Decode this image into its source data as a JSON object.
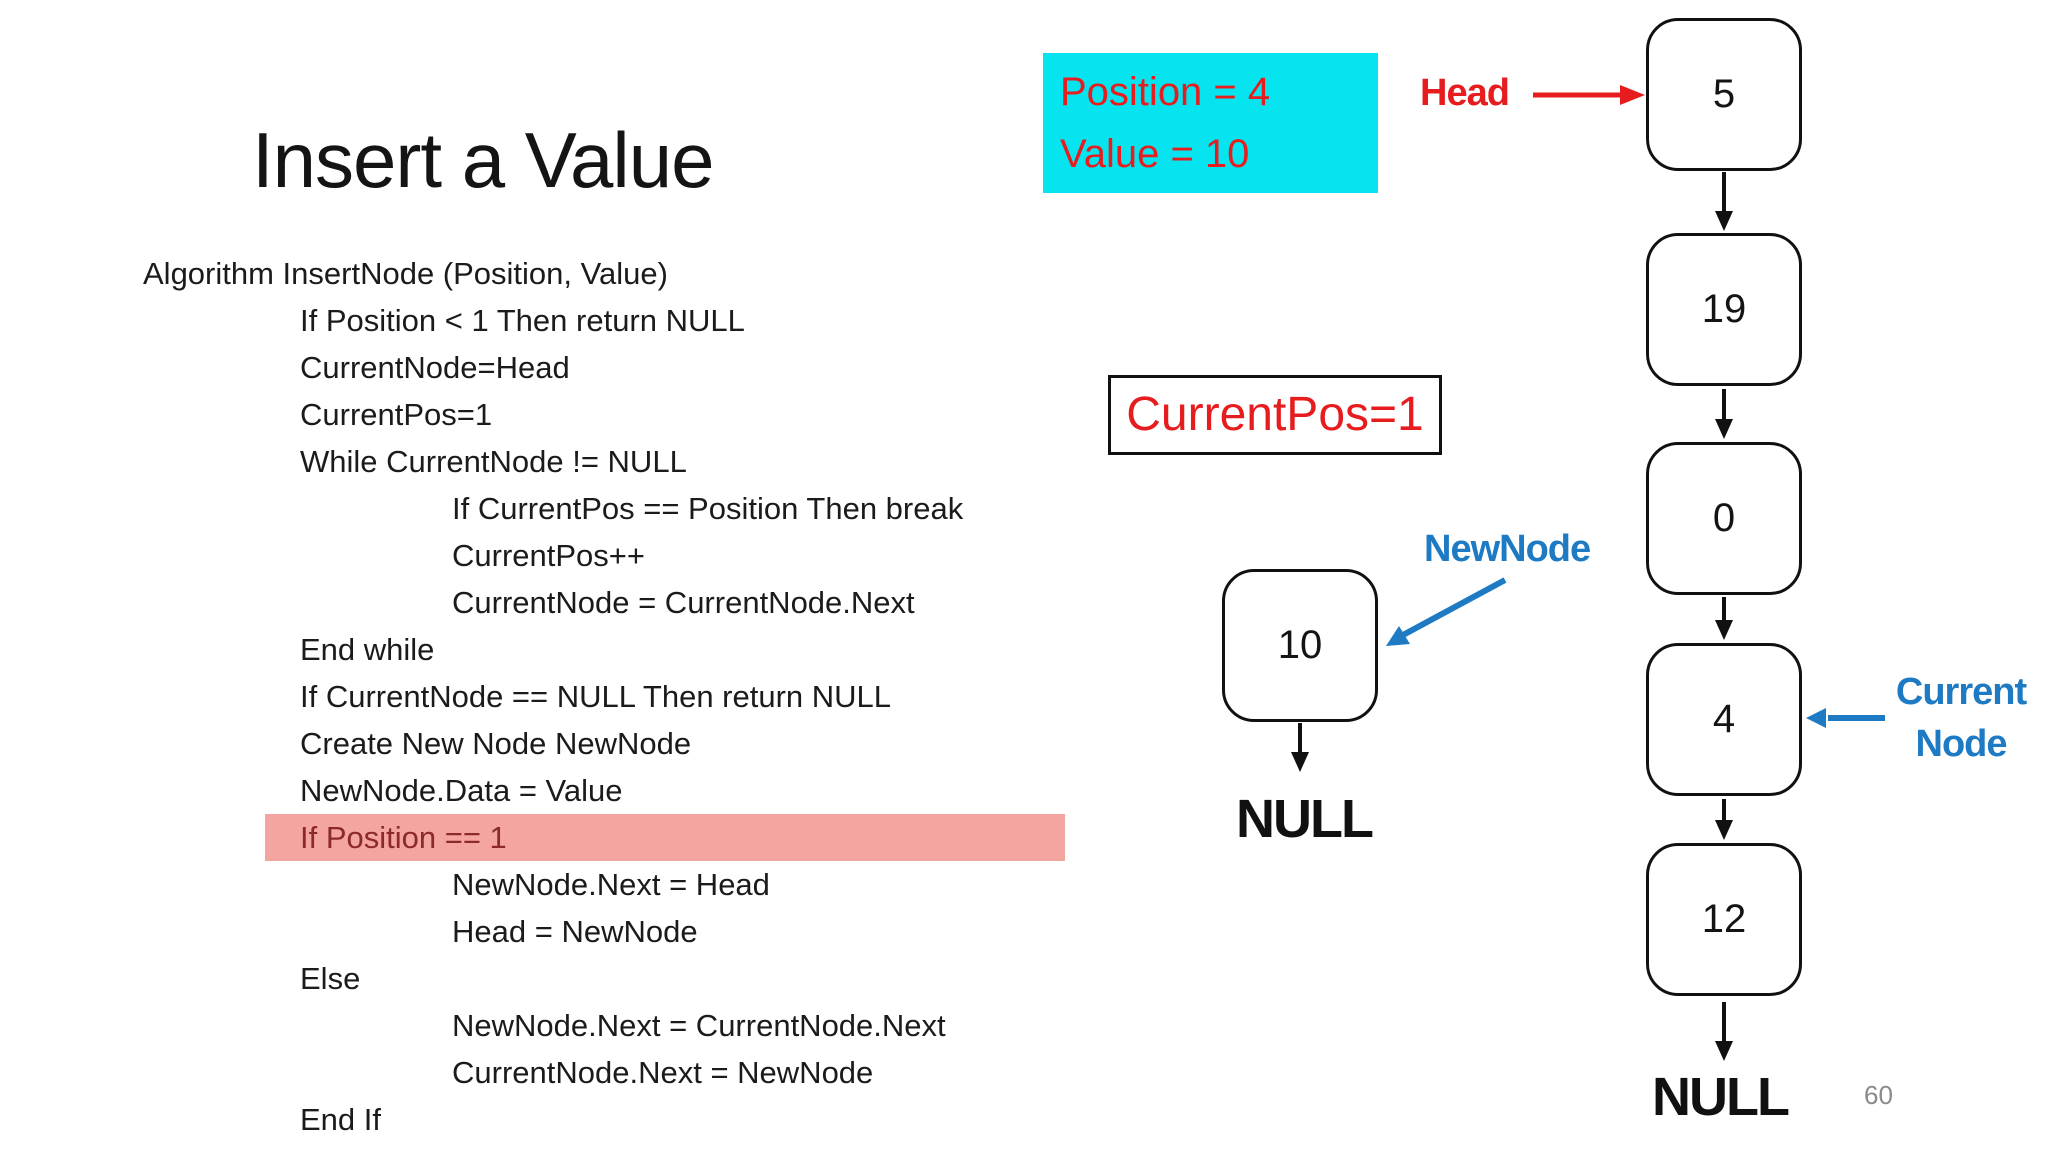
{
  "slide": {
    "title": "Insert a Value",
    "page_number": "60",
    "colors": {
      "cyan_box_bg": "#06e5ef",
      "red": "#e61c1e",
      "blue": "#1e7ac2",
      "highlight_bg": "#f4a5a0",
      "highlight_text": "#8b2a28",
      "text": "#1b1b1b",
      "page_number_gray": "#8a8a8a"
    }
  },
  "pseudocode": {
    "lines": [
      {
        "text": "Algorithm InsertNode (Position, Value)",
        "indent": 0,
        "highlight": false
      },
      {
        "text": "If Position < 1 Then return NULL",
        "indent": 1,
        "highlight": false
      },
      {
        "text": "CurrentNode=Head",
        "indent": 1,
        "highlight": false
      },
      {
        "text": "CurrentPos=1",
        "indent": 1,
        "highlight": false
      },
      {
        "text": "While CurrentNode != NULL",
        "indent": 1,
        "highlight": false
      },
      {
        "text": "If CurrentPos == Position Then break",
        "indent": 2,
        "highlight": false
      },
      {
        "text": "CurrentPos++",
        "indent": 2,
        "highlight": false
      },
      {
        "text": "CurrentNode = CurrentNode.Next",
        "indent": 2,
        "highlight": false
      },
      {
        "text": "End while",
        "indent": 1,
        "highlight": false
      },
      {
        "text": "If CurrentNode == NULL Then return NULL",
        "indent": 1,
        "highlight": false
      },
      {
        "text": "Create New Node NewNode",
        "indent": 1,
        "highlight": false
      },
      {
        "text": "NewNode.Data = Value",
        "indent": 1,
        "highlight": false
      },
      {
        "text": "If Position == 1",
        "indent": 1,
        "highlight": true
      },
      {
        "text": "NewNode.Next = Head",
        "indent": 2,
        "highlight": false
      },
      {
        "text": "Head = NewNode",
        "indent": 2,
        "highlight": false
      },
      {
        "text": "Else",
        "indent": 1,
        "highlight": false
      },
      {
        "text": "NewNode.Next = CurrentNode.Next",
        "indent": 2,
        "highlight": false
      },
      {
        "text": "CurrentNode.Next = NewNode",
        "indent": 2,
        "highlight": false
      },
      {
        "text": "End If",
        "indent": 1,
        "highlight": false
      }
    ]
  },
  "info_box": {
    "line1": "Position = 4",
    "line2": "Value = 10"
  },
  "currentpos_box": {
    "text": "CurrentPos=1"
  },
  "labels": {
    "head": "Head",
    "newnode": "NewNode",
    "current_line1": "Current",
    "current_line2": "Node"
  },
  "linked_list": {
    "nodes": [
      "5",
      "19",
      "0",
      "4",
      "12"
    ],
    "terminator": "NULL"
  },
  "new_node": {
    "value": "10",
    "terminator": "NULL"
  }
}
